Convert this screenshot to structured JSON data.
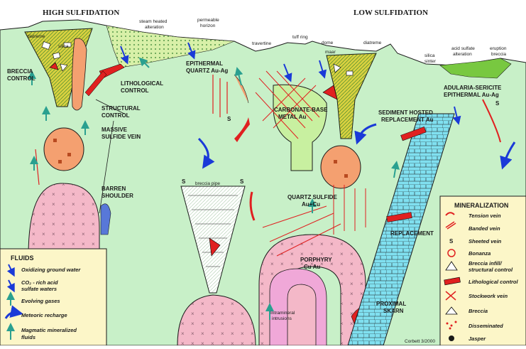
{
  "headers": {
    "high": "HIGH SULFIDATION",
    "low": "LOW SULFIDATION"
  },
  "labels": {
    "diatreme1": "diatreme",
    "silica": "silica",
    "steam1": "steam heated",
    "steam2": "alteration",
    "perm1": "permeable",
    "perm2": "horizon",
    "breccia1": "BRECCIA",
    "breccia2": "CONTROL",
    "litho1": "LITHOLOGICAL",
    "litho2": "CONTROL",
    "struct1": "STRUCTURAL",
    "struct2": "CONTROL",
    "epi1": "EPITHERMAL",
    "epi2": "QUARTZ Au-Ag",
    "massive1": "MASSIVE",
    "massive2": "SULFIDE VEIN",
    "barren1": "BARREN",
    "barren2": "SHOULDER",
    "brecciapipe": "breccia pipe",
    "travertine": "travertine",
    "tuffring": "tuff ring",
    "dome": "dome",
    "maar": "maar",
    "diatreme2": "diatreme",
    "sinter1": "silica",
    "sinter2": "sinter",
    "acid1": "acid sulfate",
    "acid2": "alteration",
    "erupt1": "eruption",
    "erupt2": "breccia",
    "adularia1": "ADULARIA-SERICITE",
    "adularia2": "EPITHERMAL Au-Ag",
    "carb1": "CARBONATE-BASE",
    "carb2": "METAL Au",
    "sed1": "SEDIMENT HOSTED",
    "sed2": "REPLACEMENT Au",
    "qs1": "QUARTZ SULFIDE",
    "qs2": "Au+Cu",
    "replacement": "REPLACEMENT",
    "porph1": "PORPHYRY",
    "porph2": "Cu Au",
    "intra1": "Intramineral",
    "intra2": "intrusions",
    "prox1": "PROXIMAL",
    "prox2": "SKARN",
    "credit": "Corbett 3/2000",
    "s": "S"
  },
  "fluids": {
    "title": "FLUIDS",
    "items": [
      "Oxidizing ground water",
      "CO₂ - rich acid",
      "sulfate waters",
      "Evolving gases",
      "Meteoric recharge",
      "Magmatic mineralized",
      "fluids"
    ]
  },
  "mineralization": {
    "title": "MINERALIZATION",
    "items": [
      "Tension vein",
      "Banded vein",
      "Sheeted vein",
      "Bonanza",
      "Breccia infill/",
      "structural control",
      "Lithological control",
      "Stockwork vein",
      "Breccia",
      "Disseminated",
      "Jasper"
    ]
  },
  "colors": {
    "ground": "#c8f0c8",
    "sky": "#ffffff",
    "intrusion": "#f4b8c8",
    "porphyry": "#f0a8d8",
    "orange_body": "#f4a070",
    "yellow": "#d8d040",
    "cyan_bed": "#80e0f0",
    "red": "#e02020",
    "blue_arrow": "#1a3ad8",
    "legend_bg": "#fcf6c8"
  }
}
